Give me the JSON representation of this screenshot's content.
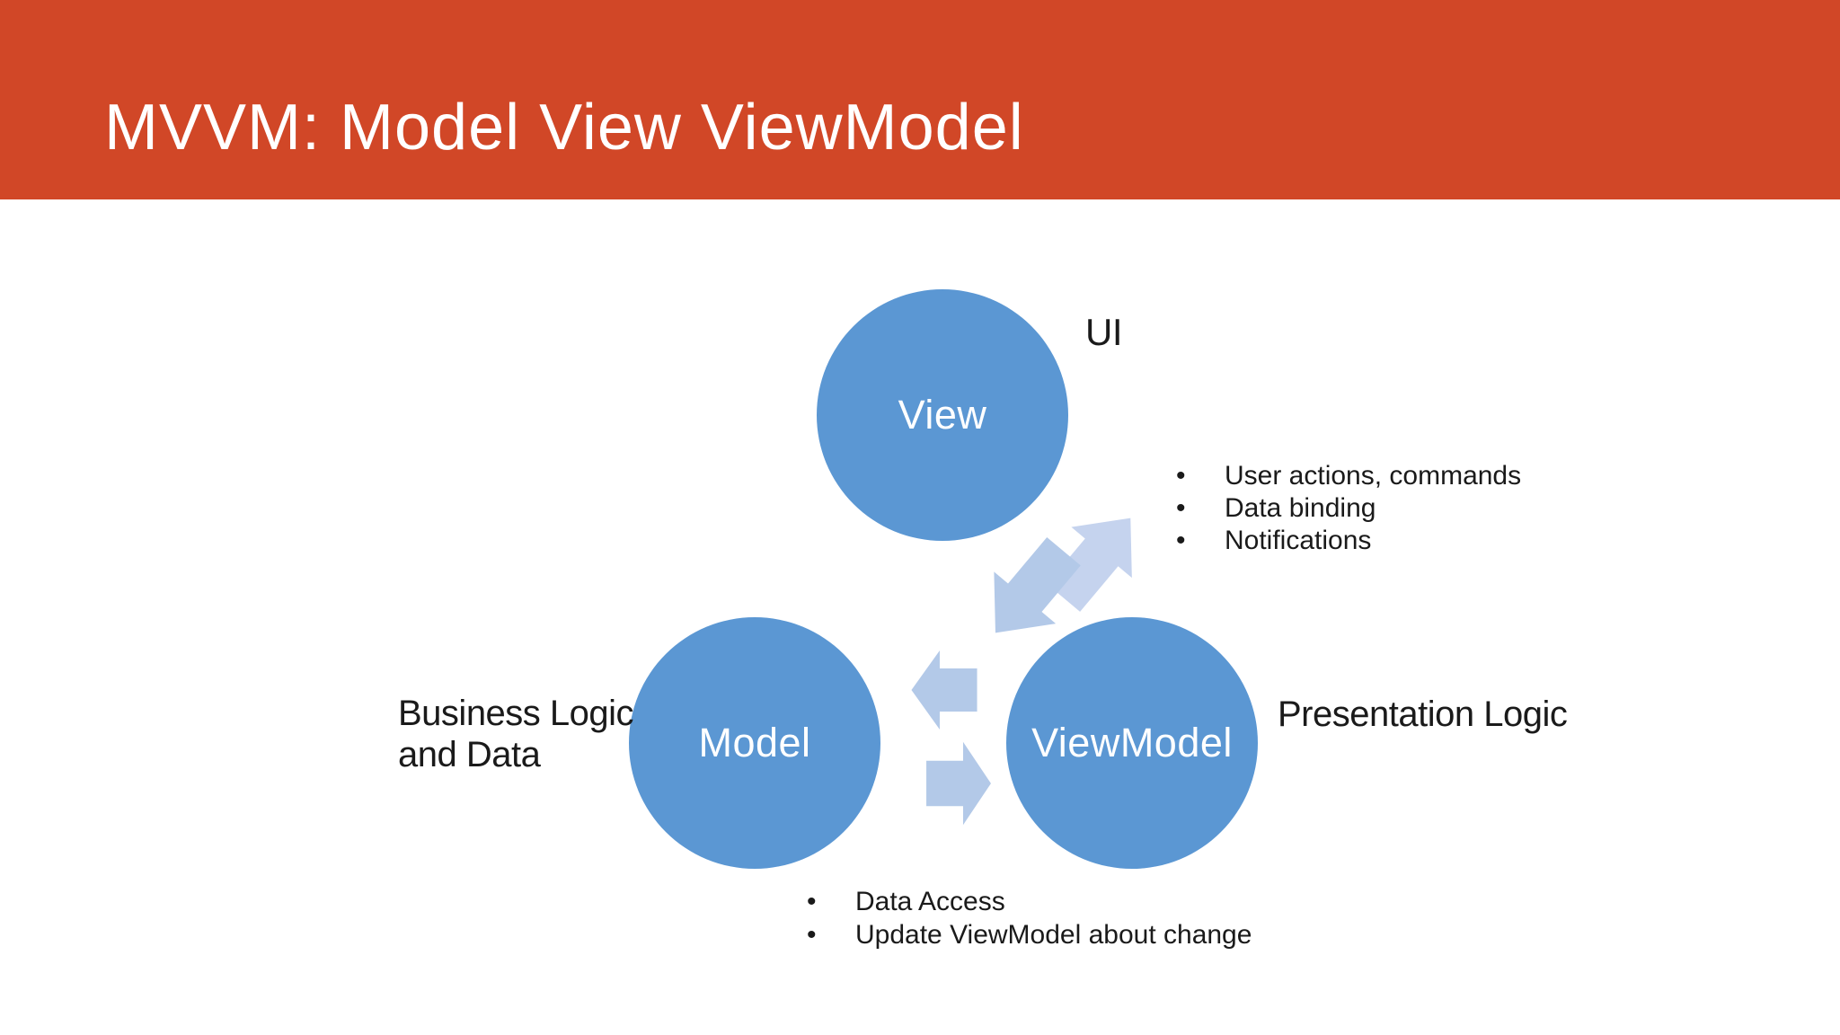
{
  "title": "MVVM: Model View ViewModel",
  "nodes": {
    "view": "View",
    "model": "Model",
    "viewmodel": "ViewModel"
  },
  "labels": {
    "ui": "UI",
    "business_line1": "Business Logic",
    "business_line2": "and Data",
    "presentation": "Presentation Logic"
  },
  "view_bullets": [
    "User actions, commands",
    "Data binding",
    "Notifications"
  ],
  "model_bullets": [
    "Data Access",
    "Update ViewModel about change"
  ],
  "colors": {
    "banner": "#D14727",
    "circle": "#5B97D3",
    "arrow": "#B3C9E8",
    "arrow_light": "#C5D3EE",
    "text": "#1A1A1A",
    "background": "#FFFFFF",
    "circle_text": "#FFFFFF",
    "title_text": "#FFFFFF"
  }
}
